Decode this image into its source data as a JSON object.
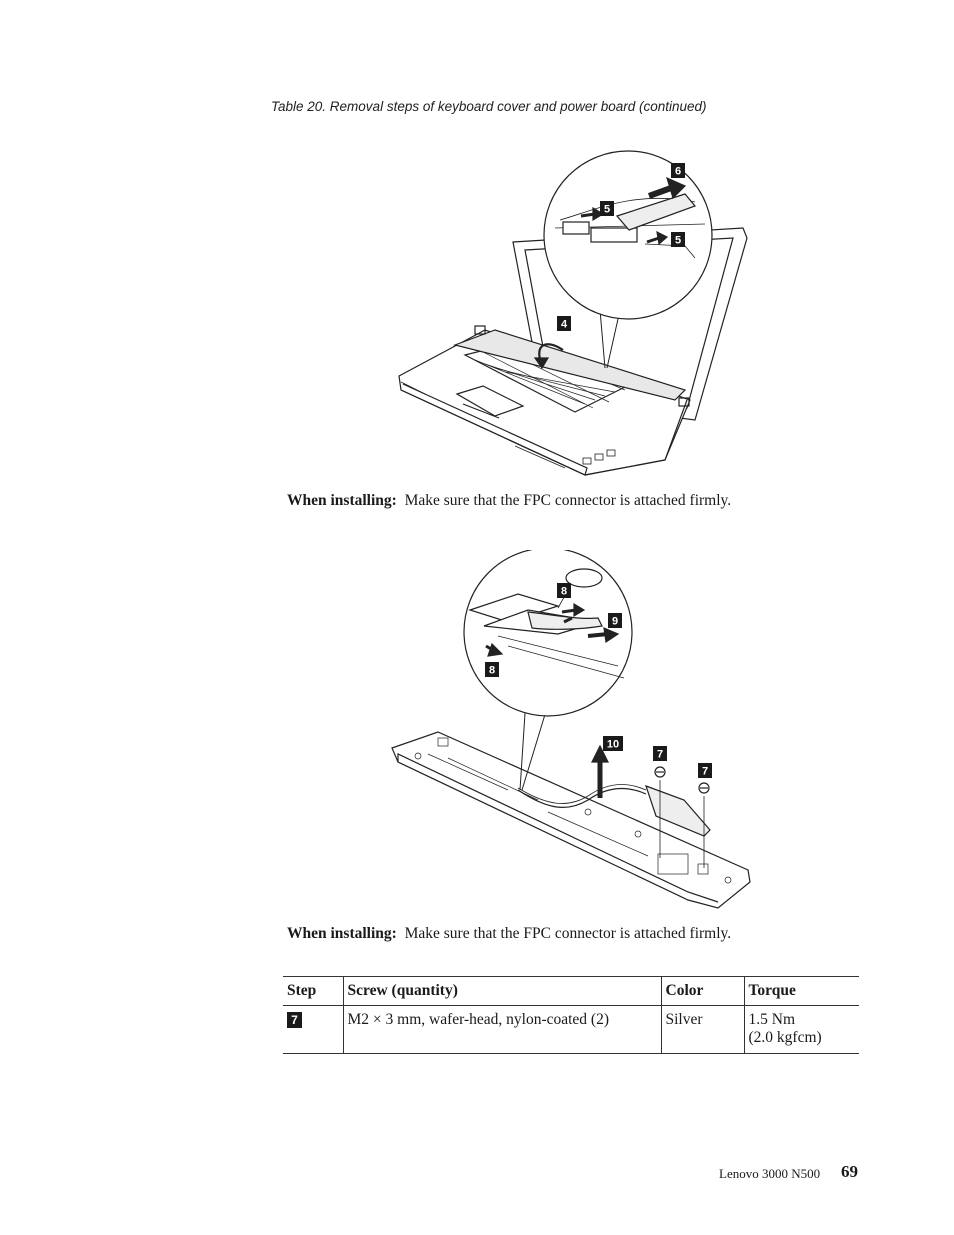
{
  "caption": "Table 20. Removal steps of keyboard cover and power board  (continued)",
  "figure1": {
    "callouts": [
      "6",
      "5",
      "5",
      "4"
    ]
  },
  "note1": {
    "label": "When installing:",
    "text": "Make sure that the FPC connector is attached firmly."
  },
  "figure2": {
    "callouts": [
      "8",
      "9",
      "8",
      "10",
      "7",
      "7"
    ]
  },
  "note2": {
    "label": "When installing:",
    "text": "Make sure that the FPC connector is attached firmly."
  },
  "screw_table": {
    "headers": [
      "Step",
      "Screw (quantity)",
      "Color",
      "Torque"
    ],
    "rows": [
      {
        "step": "7",
        "screw": "M2 × 3 mm, wafer-head, nylon-coated (2)",
        "color": "Silver",
        "torque_line1": "1.5 Nm",
        "torque_line2": "(2.0 kgfcm)"
      }
    ]
  },
  "footer": {
    "product": "Lenovo 3000 N500",
    "page_number": "69"
  }
}
